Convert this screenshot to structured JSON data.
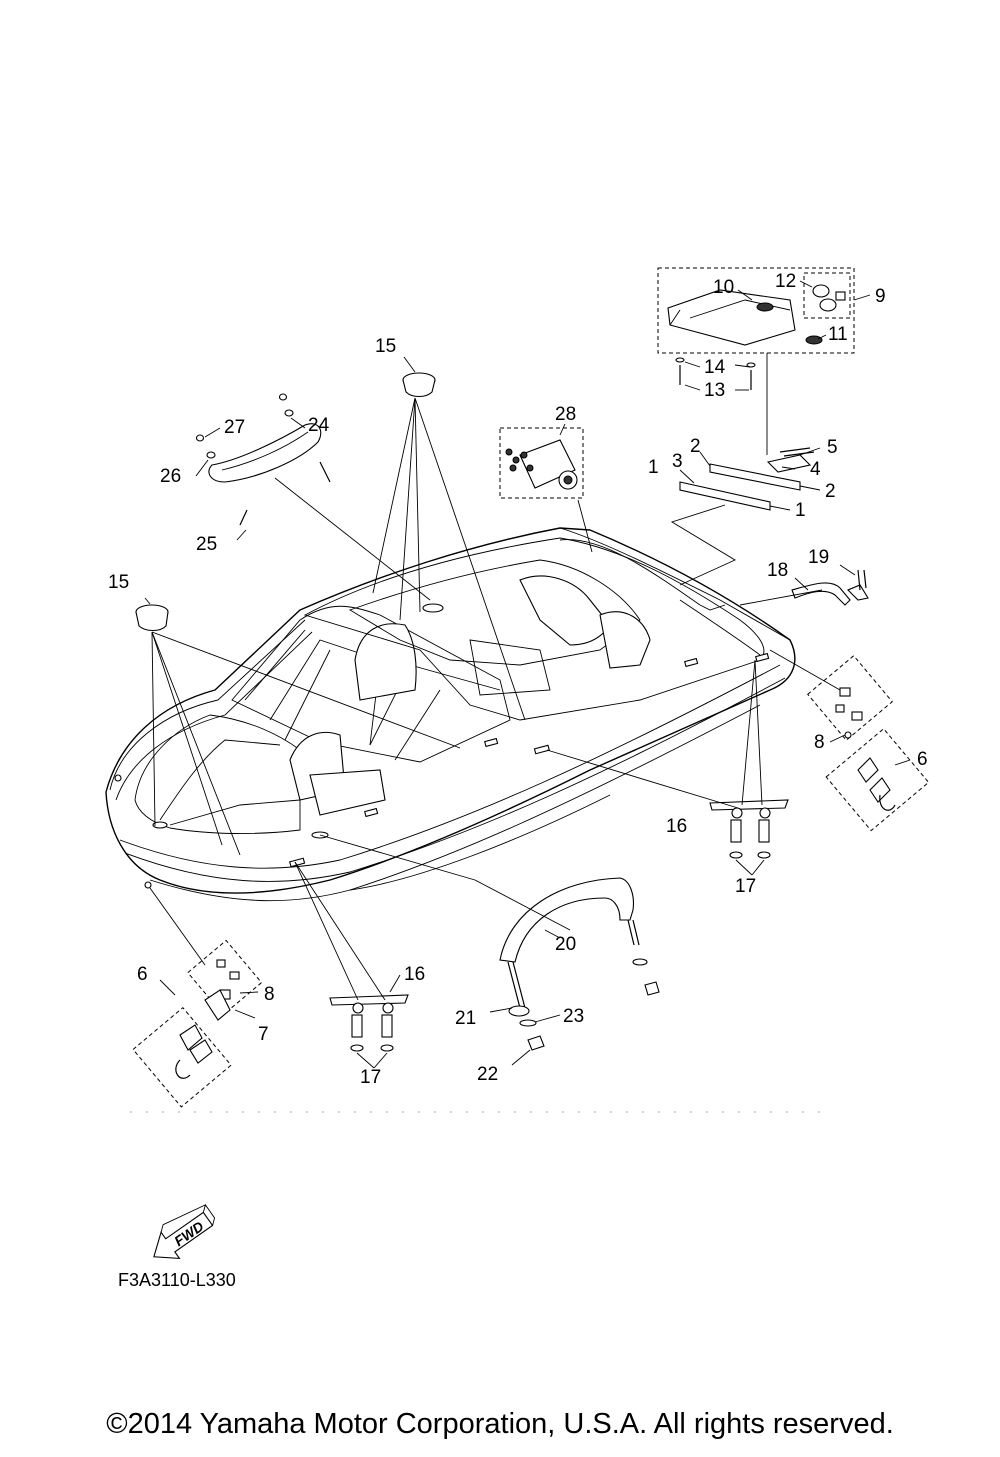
{
  "diagram": {
    "drawing_code": "F3A3110-L330",
    "fwd_label": "FWD",
    "copyright": "©2014 Yamaha Motor Corporation, U.S.A. All rights reserved."
  },
  "callouts": [
    "15",
    "15",
    "27",
    "24",
    "26",
    "25",
    "28",
    "10",
    "12",
    "9",
    "11",
    "14",
    "13",
    "2",
    "3",
    "1",
    "5",
    "4",
    "2",
    "1",
    "18",
    "19",
    "8",
    "6",
    "16",
    "17",
    "20",
    "6",
    "8",
    "7",
    "16",
    "17",
    "21",
    "23",
    "22"
  ]
}
